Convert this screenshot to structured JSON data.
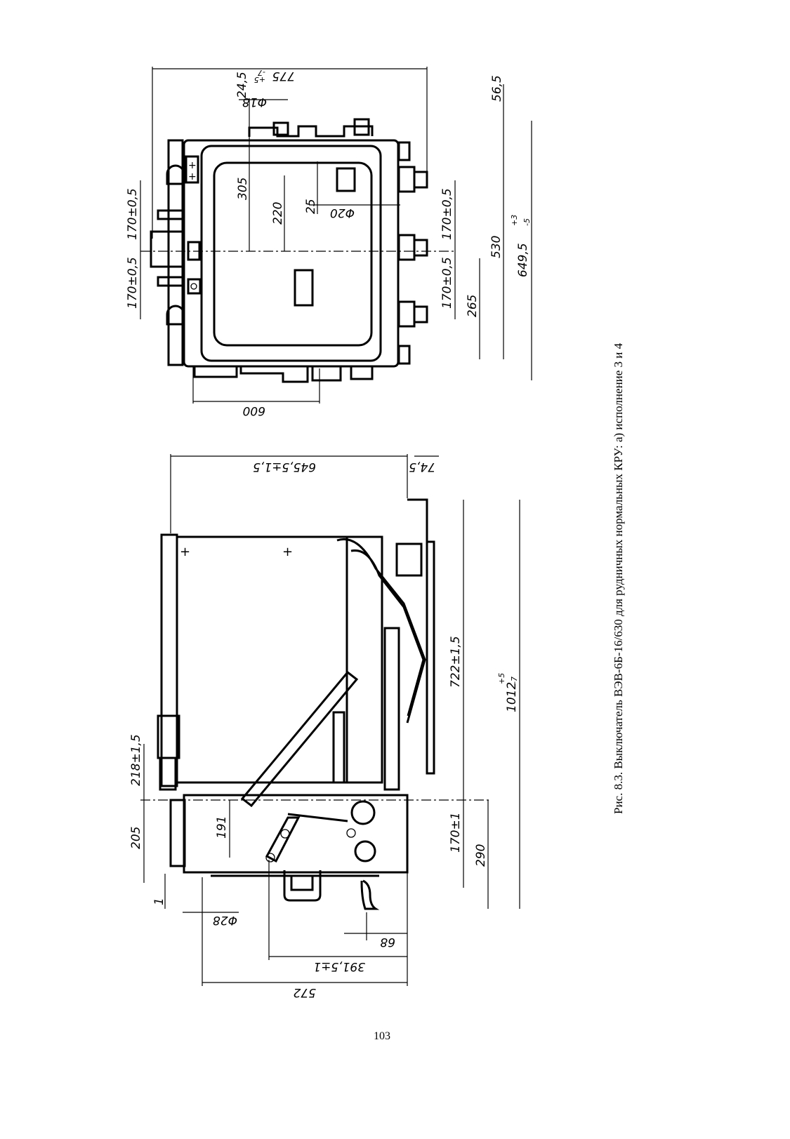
{
  "caption": "Рис. 8.3. Выключатель ВЭВ-6Б-16/630 для рудничных нормальных КРУ: а) исполнение 3 и 4",
  "page_number": "103",
  "top_view": {
    "dims": {
      "d24_5": "24,5",
      "phi18": "Φ18",
      "d775": "775",
      "d775_tol_plus": "+5",
      "d775_tol_minus": "-7",
      "d56_5": "56,5",
      "d305": "305",
      "d220": "220",
      "d25": "25",
      "phi20": "Φ20",
      "d170_left_1": "170±0,5",
      "d170_left_2": "170±0,5",
      "d170_right_1": "170±0,5",
      "d170_right_2": "170±0,5",
      "d265": "265",
      "d530": "530",
      "d649_5": "649,5",
      "d649_5_tol_plus": "+3",
      "d649_5_tol_minus": "-5",
      "d600": "600"
    }
  },
  "side_view": {
    "dims": {
      "d645_5": "645,5±1,5",
      "d74_5": "74,5",
      "d218": "218±1,5",
      "d205": "205",
      "d191": "191",
      "d1": "1",
      "phi28": "Φ28",
      "d722": "722±1,5",
      "d1012": "1012",
      "d1012_tol_plus": "+5",
      "d1012_tol_minus": "-7",
      "d170": "170±1",
      "d290": "290",
      "d68": "68",
      "d391_5": "391,5±1",
      "d572": "572"
    }
  }
}
